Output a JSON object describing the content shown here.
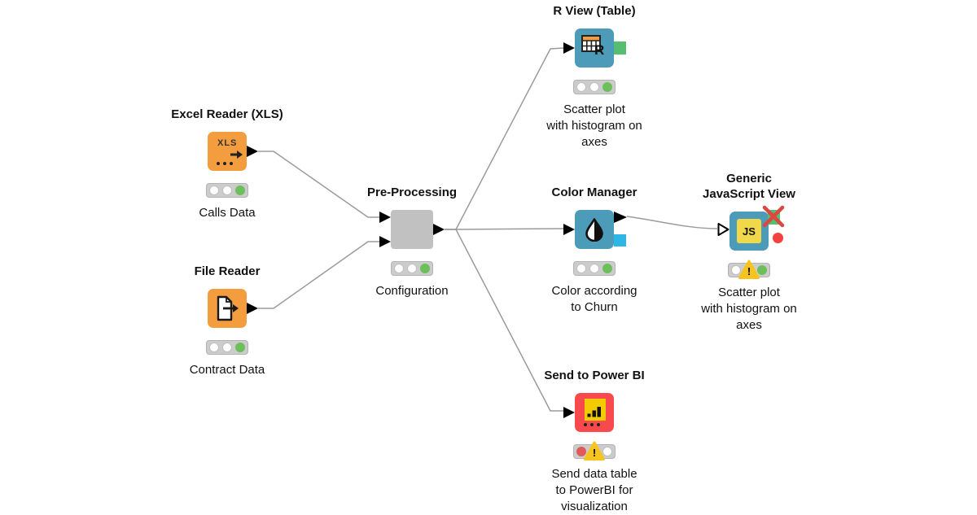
{
  "diagram_type": "KNIME workflow",
  "colors": {
    "text": "#111111",
    "wire": "#9b9b9b",
    "node_orange": "#f49d3e",
    "node_blue": "#4c9bb9",
    "node_red": "#f8494c",
    "node_gray": "#c1c1c1",
    "light_bg": "#cccccc",
    "light_green": "#6cbf5b",
    "light_red": "#e05a5a",
    "port_green": "#55be71",
    "port_cyan": "#2eb7e6",
    "js_yellow": "#efd94b",
    "pbi_yellow": "#f2cb05",
    "warning_yellow": "#f7c41e",
    "x_red": "#dd4742",
    "flow_red": "#f2413e"
  },
  "icons": {
    "xls_label": "XLS",
    "js_label": "JS",
    "r_label": "R",
    "warning_glyph": "!"
  },
  "nodes": [
    {
      "id": "excel-reader",
      "title": "Excel Reader (XLS)",
      "caption": "Calls Data",
      "lights": [
        "white",
        "white",
        "green"
      ]
    },
    {
      "id": "file-reader",
      "title": "File Reader",
      "caption": "Contract Data",
      "lights": [
        "white",
        "white",
        "green"
      ]
    },
    {
      "id": "pre-processing",
      "title": "Pre-Processing",
      "caption": "Configuration",
      "lights": [
        "white",
        "white",
        "green"
      ]
    },
    {
      "id": "r-view",
      "title": "R View (Table)",
      "caption": [
        "Scatter plot",
        "with histogram on",
        "axes"
      ],
      "lights": [
        "white",
        "white",
        "green"
      ]
    },
    {
      "id": "color-manager",
      "title": "Color Manager",
      "caption": [
        "Color according",
        "to Churn"
      ],
      "lights": [
        "white",
        "white",
        "green"
      ]
    },
    {
      "id": "js-view",
      "title": [
        "Generic",
        "JavaScript View"
      ],
      "caption": [
        "Scatter plot",
        "with histogram on",
        "axes"
      ],
      "lights": [
        "white",
        "warn",
        "green"
      ]
    },
    {
      "id": "send-power-bi",
      "title": "Send to Power BI",
      "caption": [
        "Send data table",
        "to PowerBI for",
        "visualization"
      ],
      "lights": [
        "red",
        "warn",
        "white"
      ]
    }
  ],
  "connections": [
    {
      "from": "excel-reader",
      "to": "pre-processing"
    },
    {
      "from": "file-reader",
      "to": "pre-processing"
    },
    {
      "from": "pre-processing",
      "to": "r-view"
    },
    {
      "from": "pre-processing",
      "to": "color-manager"
    },
    {
      "from": "pre-processing",
      "to": "send-power-bi"
    },
    {
      "from": "color-manager",
      "to": "js-view"
    }
  ]
}
